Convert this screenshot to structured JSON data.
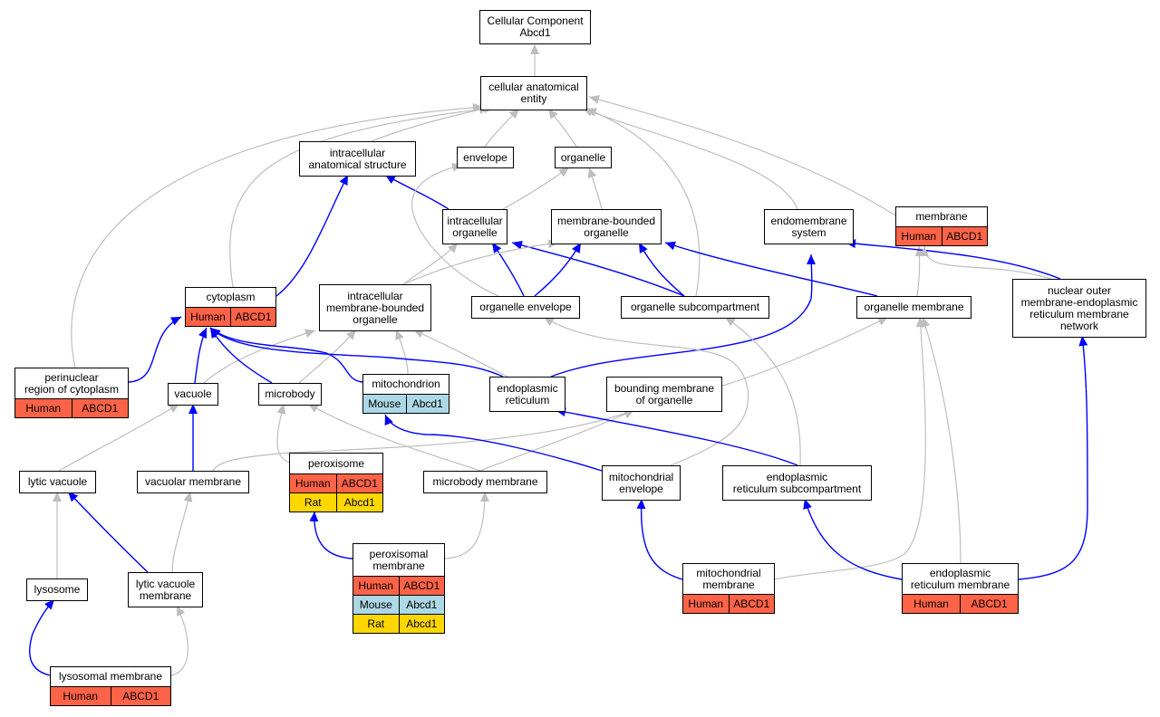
{
  "nodes": {
    "cc": "Cellular Component\nAbcd1",
    "cae": "cellular anatomical\nentity",
    "ias": "intracellular\nanatomical structure",
    "env": "envelope",
    "org": "organelle",
    "io": "intracellular\norganelle",
    "mbo": "membrane-bounded\norganelle",
    "ems": "endomembrane\nsystem",
    "mem": "membrane",
    "cyto": "cytoplasm",
    "imbo": "intracellular\nmembrane-bounded\norganelle",
    "oe": "organelle envelope",
    "osc": "organelle subcompartment",
    "om": "organelle membrane",
    "nomer": "nuclear outer\nmembrane-endoplasmic\nreticulum membrane\nnetwork",
    "prc": "perinuclear\nregion of cytoplasm",
    "vac": "vacuole",
    "mb": "microbody",
    "mito": "mitochondrion",
    "er": "endoplasmic\nreticulum",
    "bmo": "bounding membrane\nof organelle",
    "lv": "lytic vacuole",
    "vm": "vacuolar membrane",
    "perox": "peroxisome",
    "mbm": "microbody membrane",
    "me": "mitochondrial\nenvelope",
    "ersc": "endoplasmic\nreticulum subcompartment",
    "lyso": "lysosome",
    "lvm": "lytic vacuole\nmembrane",
    "pm": "peroxisomal\nmembrane",
    "mm": "mitochondrial\nmembrane",
    "erm": "endoplasmic\nreticulum membrane",
    "lm": "lysosomal membrane"
  },
  "annotations": {
    "mem": [
      [
        "Human",
        "ABCD1"
      ]
    ],
    "cyto": [
      [
        "Human",
        "ABCD1"
      ]
    ],
    "prc": [
      [
        "Human",
        "ABCD1"
      ]
    ],
    "mito": [
      [
        "Mouse",
        "Abcd1"
      ]
    ],
    "perox": [
      [
        "Human",
        "ABCD1"
      ],
      [
        "Rat",
        "Abcd1"
      ]
    ],
    "pm": [
      [
        "Human",
        "ABCD1"
      ],
      [
        "Mouse",
        "Abcd1"
      ],
      [
        "Rat",
        "Abcd1"
      ]
    ],
    "mm": [
      [
        "Human",
        "ABCD1"
      ]
    ],
    "erm": [
      [
        "Human",
        "ABCD1"
      ]
    ],
    "lm": [
      [
        "Human",
        "ABCD1"
      ]
    ]
  },
  "species_colors": {
    "Human": "#ff6347",
    "Mouse": "#add8e6",
    "Rat": "#ffd700"
  },
  "edge_colors": {
    "is_a": "#bebebe",
    "part_of": "#0000ff"
  }
}
